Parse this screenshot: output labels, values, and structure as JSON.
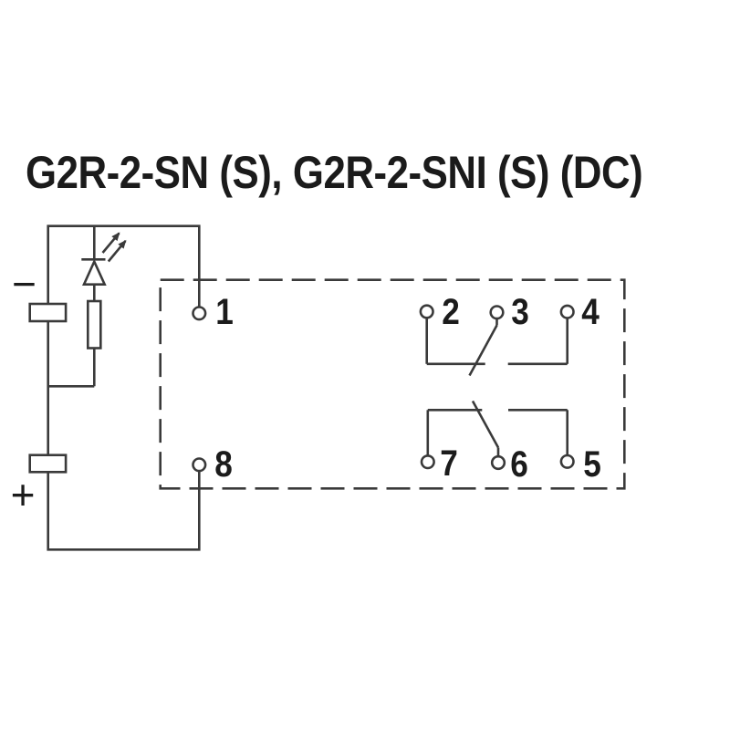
{
  "title": "G2R-2-SN (S), G2R-2-SNI (S) (DC)",
  "polarity": {
    "negative": "−",
    "positive": "+"
  },
  "terminals": {
    "t1": "1",
    "t2": "2",
    "t3": "3",
    "t4": "4",
    "t5": "5",
    "t6": "6",
    "t7": "7",
    "t8": "8"
  },
  "icons": {
    "led": "led-diode-icon",
    "led_light": "light-emission-arrows-icon",
    "resistor": "resistor-icon",
    "coil_boxes": "coil-terminal-box-icon",
    "relay_outline": "relay-outline-dashed-box",
    "contacts": "changeover-contact-icon"
  },
  "colors": {
    "line": "#3a3a3a",
    "text": "#1b1b1b",
    "background": "#ffffff"
  }
}
